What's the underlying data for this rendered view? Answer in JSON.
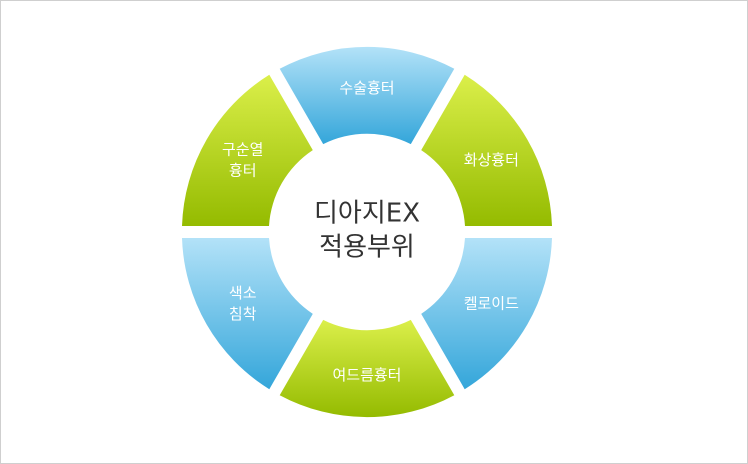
{
  "center": {
    "line1": "디아지EX",
    "line2": "적용부위"
  },
  "colors": {
    "blue_light": "#a8dcf6",
    "blue_dark": "#2ea3d8",
    "green_light": "#d2ea3e",
    "green_dark": "#8fb800"
  },
  "segments": [
    {
      "id": "top",
      "lines": [
        "수술흉터"
      ],
      "color": "blue"
    },
    {
      "id": "upper-right",
      "lines": [
        "화상흉터"
      ],
      "color": "green"
    },
    {
      "id": "lower-right",
      "lines": [
        "켈로이드"
      ],
      "color": "blue"
    },
    {
      "id": "bottom",
      "lines": [
        "여드름흉터"
      ],
      "color": "green"
    },
    {
      "id": "lower-left",
      "lines": [
        "색소",
        "침착"
      ],
      "color": "blue"
    },
    {
      "id": "upper-left",
      "lines": [
        "구순열",
        "흉터"
      ],
      "color": "green"
    }
  ]
}
